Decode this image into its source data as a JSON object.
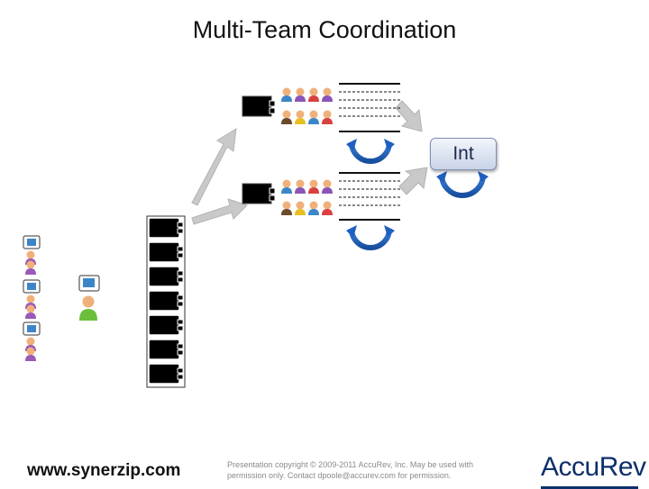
{
  "slide": {
    "title": "Multi-Team Coordination",
    "integration_label": "Int",
    "website": "www.synerzip.com",
    "copyright": "Presentation copyright © 2009-2011 AccuRev, Inc. May be used with permission only. Contact dpoole@accurev.com for permission.",
    "logo": "AccuRev"
  },
  "colors": {
    "loop_arrow": "#1f5fc0",
    "flow_arrow": "#c8c8c8",
    "card": "#000000",
    "int_badge": "#c9d4e8"
  },
  "icons": [
    "story-card",
    "team-member",
    "speech-bubble",
    "cycle-arrow",
    "flow-arrow"
  ]
}
